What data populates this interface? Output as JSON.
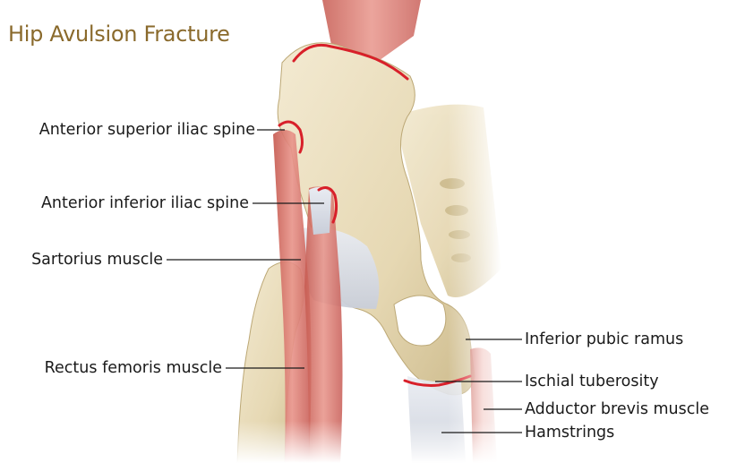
{
  "title": "Hip Avulsion Fracture",
  "labels": {
    "asis": "Anterior superior iliac spine",
    "aiis": "Anterior inferior iliac spine",
    "sartorius": "Sartorius muscle",
    "rectus": "Rectus femoris  muscle",
    "pubic": "Inferior pubic ramus",
    "ischial": "Ischial tuberosity",
    "adductor": "Adductor brevis muscle",
    "hamstrings": "Hamstrings"
  },
  "colors": {
    "title": "#8a6a2c",
    "bone": "#ede2c4",
    "bone_shadow": "#cbb98e",
    "muscle": "#d97a70",
    "muscle_dark": "#b64a42",
    "fracture": "#d8202a",
    "ligament": "#d9dde6"
  }
}
